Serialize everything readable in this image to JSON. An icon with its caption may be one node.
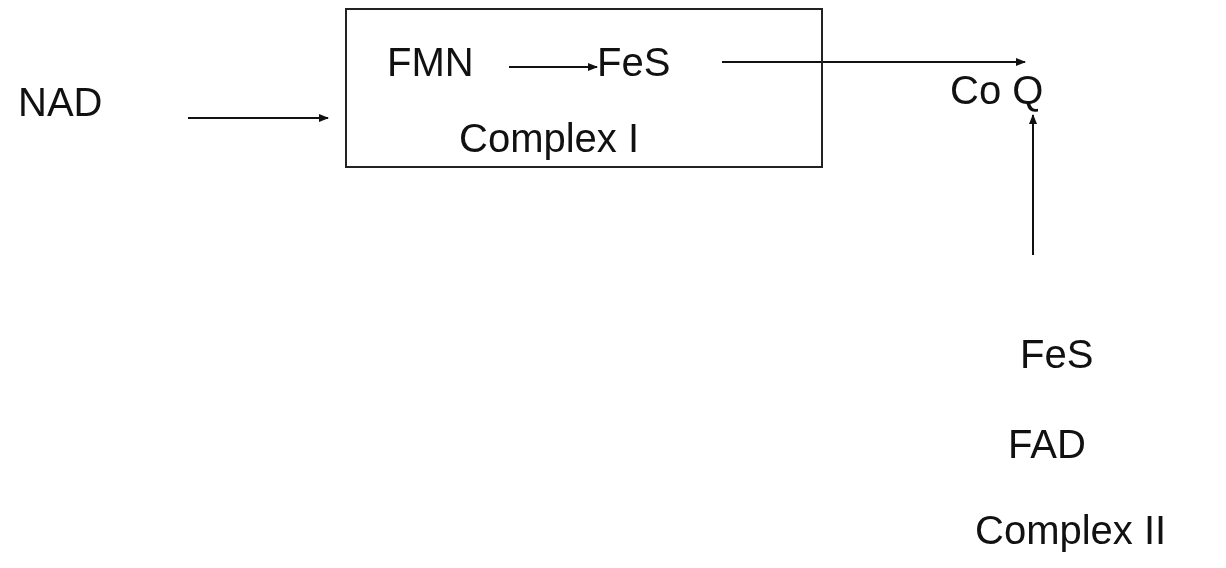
{
  "diagram": {
    "nodes": [
      {
        "text": [
          "NAD"
        ]
      },
      {
        "text": [
          "Complex I"
        ]
      },
      {
        "text": [
          "FMN"
        ],
        "in": 1
      },
      {
        "text": [
          "FeS"
        ],
        "in": 1
      },
      {
        "text": [
          "Co Q"
        ]
      },
      {
        "text": [
          "FeS"
        ]
      },
      {
        "text": [
          "FAD"
        ]
      },
      {
        "text": [
          "Complex II"
        ]
      }
    ],
    "edges": [
      {
        "from": null,
        "to": 1,
        "arrow": "to"
      },
      {
        "from": 2,
        "to": 3,
        "arrow": "to"
      },
      {
        "from": 3,
        "to": 4,
        "arrow": "to"
      },
      {
        "from": null,
        "to": 4,
        "arrow": "to"
      }
    ]
  }
}
